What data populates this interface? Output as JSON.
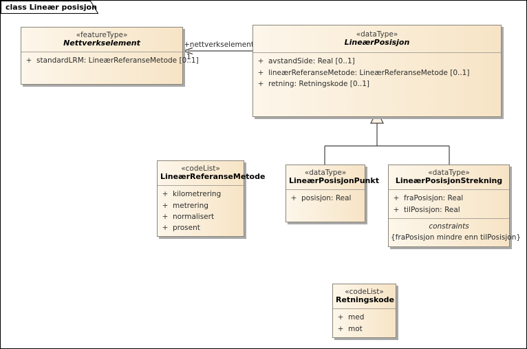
{
  "diagram": {
    "tab_label": "class Lineær posisjon",
    "background": "#ffffff",
    "border_color": "#000000",
    "box_fill_light": "#fdf6ea",
    "box_fill_dark": "#f7e4c6",
    "box_border": "#8a8578",
    "shadow_color": "#a9a9a9",
    "line_color": "#44403c"
  },
  "classes": {
    "nettverkselement": {
      "stereotype": "«featureType»",
      "name": "Nettverkselement",
      "attributes": [
        {
          "visibility": "+",
          "text": "standardLRM: LineærReferanseMetode [0..1]"
        }
      ]
    },
    "linearposisjon": {
      "stereotype": "«dataType»",
      "name": "LineærPosisjon",
      "attributes": [
        {
          "visibility": "+",
          "text": "avstandSide: Real [0..1]"
        },
        {
          "visibility": "+",
          "text": "lineærReferanseMetode: LineærReferanseMetode [0..1]"
        },
        {
          "visibility": "+",
          "text": "retning: Retningskode [0..1]"
        }
      ]
    },
    "linearreferansemetode": {
      "stereotype": "«codeList»",
      "name": "LineærReferanseMetode",
      "attributes": [
        {
          "visibility": "+",
          "text": "kilometrering"
        },
        {
          "visibility": "+",
          "text": "metrering"
        },
        {
          "visibility": "+",
          "text": "normalisert"
        },
        {
          "visibility": "+",
          "text": "prosent"
        }
      ]
    },
    "linearposisjonpunkt": {
      "stereotype": "«dataType»",
      "name": "LineærPosisjonPunkt",
      "attributes": [
        {
          "visibility": "+",
          "text": "posisjon: Real"
        }
      ]
    },
    "linearposisjonstrekning": {
      "stereotype": "«dataType»",
      "name": "LineærPosisjonStrekning",
      "attributes": [
        {
          "visibility": "+",
          "text": "fraPosisjon: Real"
        },
        {
          "visibility": "+",
          "text": "tilPosisjon: Real"
        }
      ],
      "constraints_title": "constraints",
      "constraints_text": "{fraPosisjon mindre enn tilPosisjon}"
    },
    "retningskode": {
      "stereotype": "«codeList»",
      "name": "Retningskode",
      "attributes": [
        {
          "visibility": "+",
          "text": "med"
        },
        {
          "visibility": "+",
          "text": "mot"
        }
      ]
    }
  },
  "connectors": {
    "association_role": "+nettverkselement",
    "association_multiplicity": "1"
  }
}
